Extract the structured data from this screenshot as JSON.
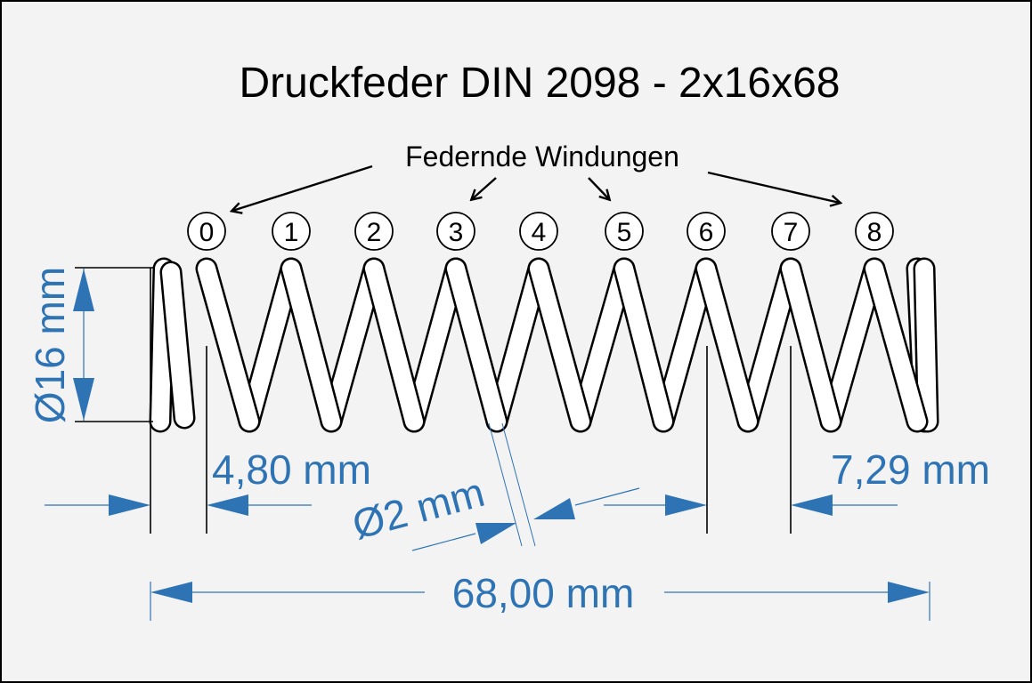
{
  "title": "Druckfeder DIN 2098 - 2x16x68",
  "active_coils_label": "Federnde Windungen",
  "coil_numbers": [
    "0",
    "1",
    "2",
    "3",
    "4",
    "5",
    "6",
    "7",
    "8"
  ],
  "dimensions": {
    "outer_diameter": "Ø16 mm",
    "wire_diameter": "Ø2 mm",
    "pitch_left": "4,80 mm",
    "pitch_right": "7,29 mm",
    "total_length": "68,00 mm"
  },
  "colors": {
    "dimension": "#2e74b5",
    "line": "#000000",
    "background": "#f3f3f3"
  }
}
